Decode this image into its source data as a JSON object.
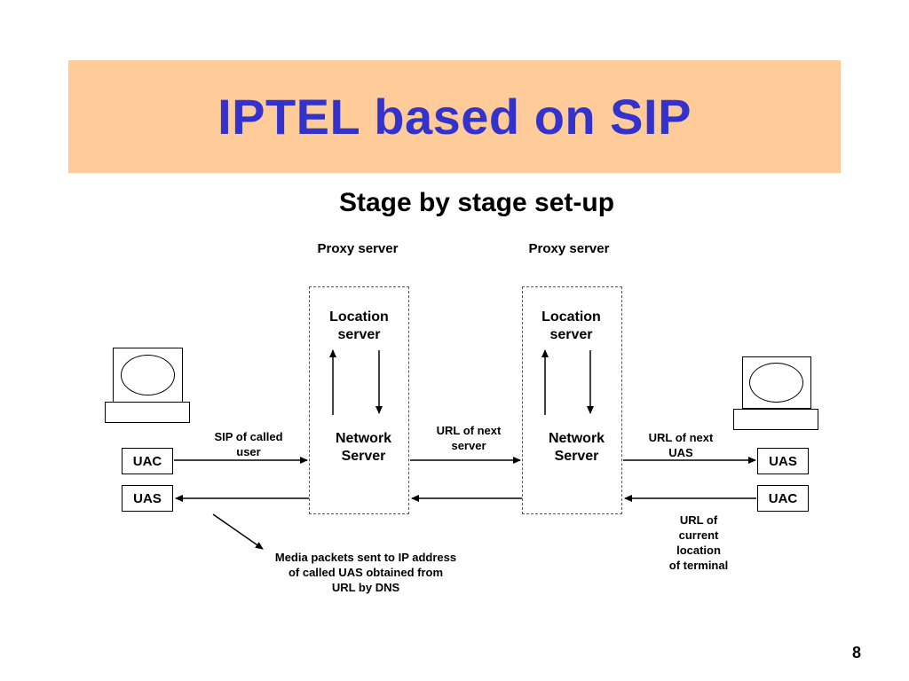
{
  "slide": {
    "title": "IPTEL based on SIP",
    "subtitle": "Stage by stage set-up",
    "page_number": "8"
  },
  "colors": {
    "title_band": "#FFCC99",
    "title_text": "#3333CC"
  },
  "proxy_left": {
    "label": "Proxy server",
    "location_server": [
      "Location",
      "server"
    ],
    "network_server": [
      "Network",
      "Server"
    ]
  },
  "proxy_right": {
    "label": "Proxy server",
    "location_server": [
      "Location",
      "server"
    ],
    "network_server": [
      "Network",
      "Server"
    ]
  },
  "left_terminal": {
    "top_box": "UAC",
    "bottom_box": "UAS"
  },
  "right_terminal": {
    "top_box": "UAS",
    "bottom_box": "UAC"
  },
  "annotations": {
    "sip_called_user": [
      "SIP of called",
      "user"
    ],
    "url_next_server": [
      "URL of next",
      "server"
    ],
    "url_next_uas": [
      "URL of next",
      "UAS"
    ],
    "url_current_location": [
      "URL of",
      "current",
      "location",
      "of terminal"
    ],
    "media_packets": [
      "Media packets sent to IP address",
      "of called UAS obtained from",
      "URL by DNS"
    ]
  }
}
